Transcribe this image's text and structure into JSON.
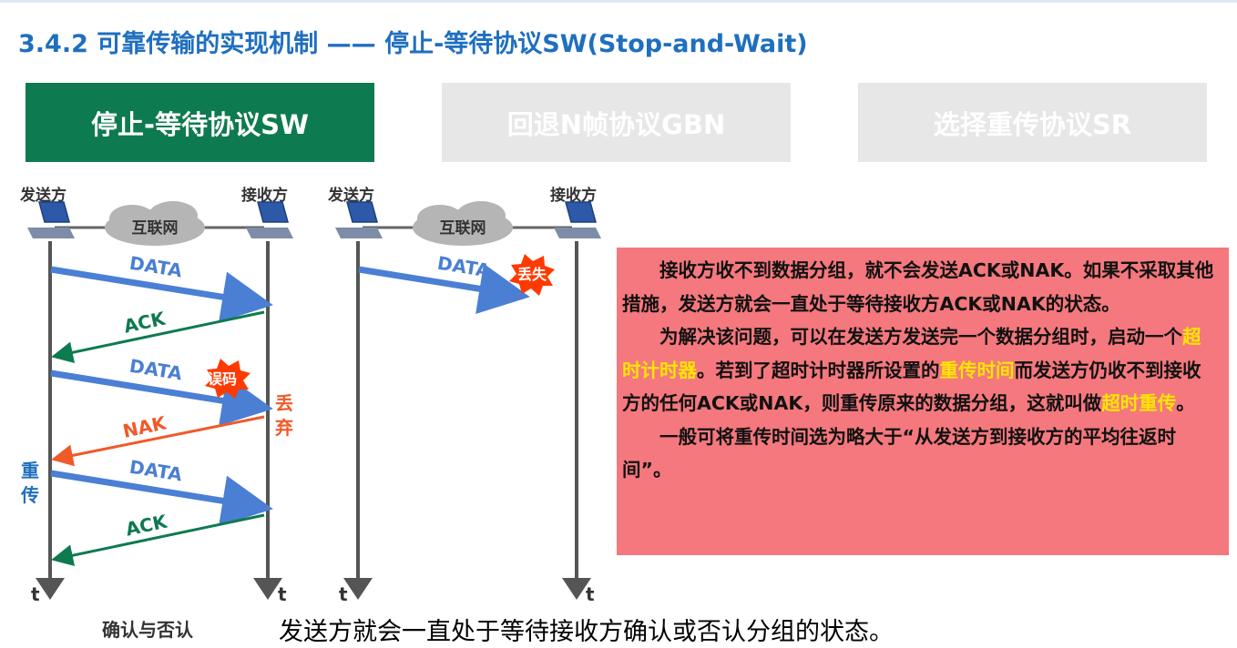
{
  "title": "3.4.2 可靠传输的实现机制 —— 停止-等待协议SW(Stop-and-Wait)",
  "tabs": [
    {
      "label": "停止-等待协议SW",
      "active": true
    },
    {
      "label": "回退N帧协议GBN",
      "active": false
    },
    {
      "label": "选择重传协议SR",
      "active": false
    }
  ],
  "left_diagram": {
    "sender": "发送方",
    "receiver": "接收方",
    "network": "互联网",
    "messages": [
      "DATA",
      "ACK",
      "DATA",
      "NAK",
      "DATA",
      "ACK"
    ],
    "error_badge": "误码",
    "discard": [
      "丢",
      "弃"
    ],
    "retransmit": [
      "重",
      "传"
    ],
    "time_axis": "t",
    "caption": "确认与否认"
  },
  "right_diagram": {
    "sender": "发送方",
    "receiver": "接收方",
    "network": "互联网",
    "message": "DATA",
    "lost_badge": "丢失",
    "time_axis": "t"
  },
  "note": {
    "p1": "接收方收不到数据分组，就不会发送ACK或NAK。如果不采取其他措施，发送方就会一直处于等待接收方ACK或NAK的状态。",
    "p2_a": "为解决该问题，可以在发送方发送完一个数据分组时，启动一个",
    "p2_hl1": "超时计时器",
    "p2_b": "。若到了超时计时器所设置的",
    "p2_hl2": "重传时间",
    "p2_c": "而发送方仍收不到接收方的任何ACK或NAK，则重传原来的数据分组，这就叫做",
    "p2_hl3": "超时重传",
    "p2_d": "。",
    "p3": "一般可将重传时间选为略大于“从发送方到接收方的平均往返时间”。"
  },
  "subtitle": "发送方就会一直处于等待接收方确认或否认分组的状态。",
  "colors": {
    "title": "#1f6fbf",
    "active_tab": "#0e7a4f",
    "inactive_tab": "#e7e7e7",
    "data_arrow": "#4a7fd4",
    "ack_arrow": "#0e7a4f",
    "nak_arrow": "#f05a28",
    "note_bg": "#f4787d",
    "highlight": "#ffe600"
  }
}
